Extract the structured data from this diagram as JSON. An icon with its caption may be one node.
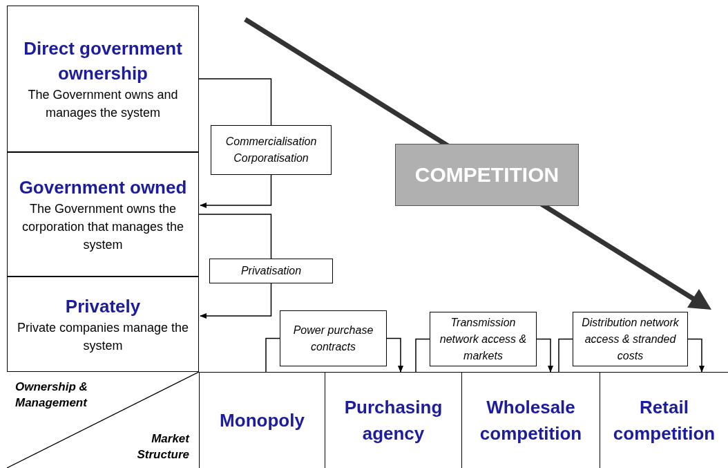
{
  "diagram": {
    "nodes": [
      {
        "text": [
          "Direct government ownership",
          "The Government owns and manages the system"
        ]
      },
      {
        "text": [
          "Government owned",
          "The Government owns the corporation that manages the system"
        ]
      },
      {
        "text": [
          "Privately",
          "Private companies manage the system"
        ]
      },
      {
        "text": [
          "Commercialisation Corporatisation"
        ]
      },
      {
        "text": [
          "Privatisation"
        ]
      },
      {
        "text": [
          "COMPETITION"
        ]
      },
      {
        "text": [
          "Power purchase contracts"
        ]
      },
      {
        "text": [
          "Transmission network access & markets"
        ]
      },
      {
        "text": [
          "Distribution network access & stranded costs"
        ]
      },
      {
        "text": [
          "Ownership & Management",
          "Market Structure"
        ]
      },
      {
        "text": [
          "Monopoly"
        ]
      },
      {
        "text": [
          "Purchasing agency"
        ]
      },
      {
        "text": [
          "Wholesale competition"
        ]
      },
      {
        "text": [
          "Retail competition"
        ]
      }
    ],
    "edges": [
      {
        "from": 0,
        "to": 3,
        "arrow": "none"
      },
      {
        "from": 3,
        "to": 1,
        "arrow": "to"
      },
      {
        "from": 1,
        "to": 4,
        "arrow": "none"
      },
      {
        "from": 4,
        "to": 2,
        "arrow": "to"
      },
      {
        "from": 10,
        "to": 6,
        "arrow": "none"
      },
      {
        "from": 6,
        "to": 11,
        "arrow": "to"
      },
      {
        "from": 11,
        "to": 7,
        "arrow": "none"
      },
      {
        "from": 7,
        "to": 12,
        "arrow": "to"
      },
      {
        "from": 12,
        "to": 8,
        "arrow": "none"
      },
      {
        "from": 8,
        "to": 13,
        "arrow": "to"
      }
    ]
  }
}
